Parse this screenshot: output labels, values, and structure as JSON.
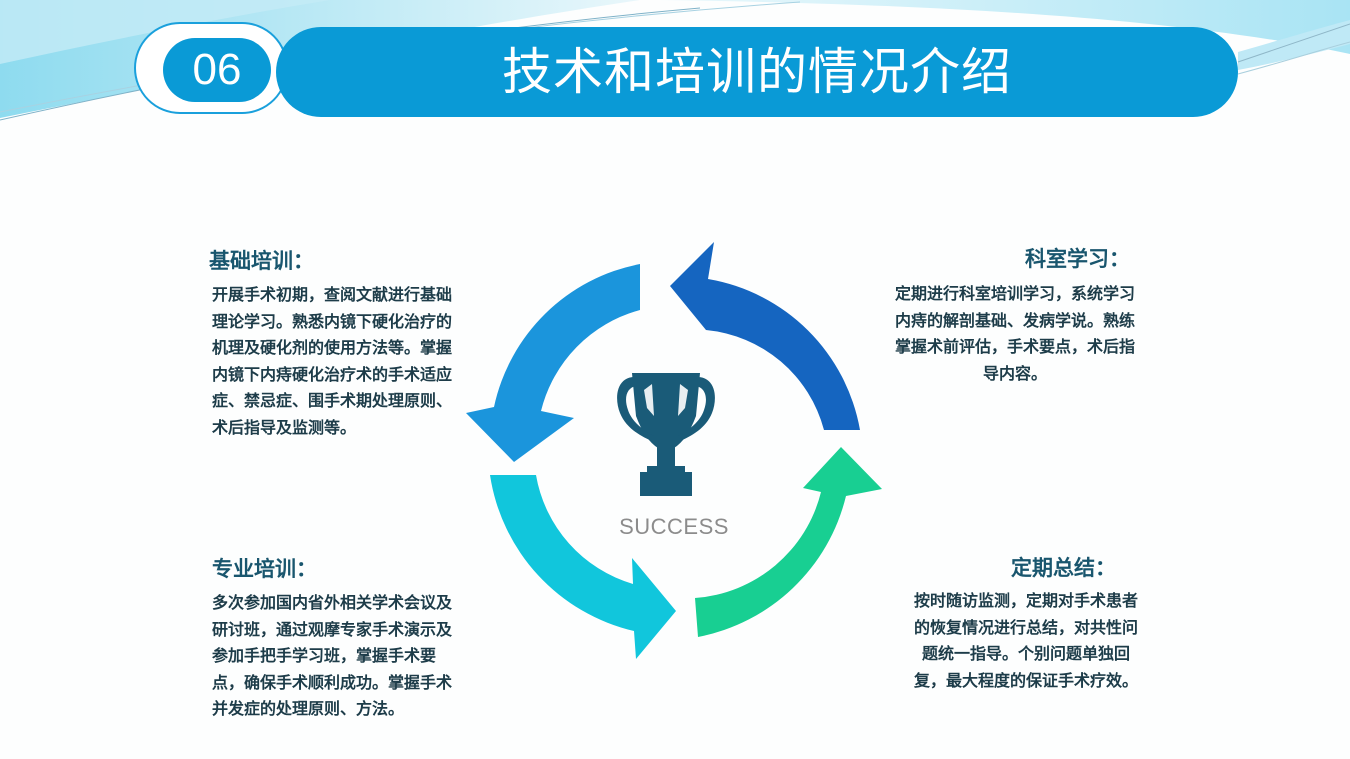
{
  "header": {
    "section_number": "06",
    "title": "技术和培训的情况介绍"
  },
  "center": {
    "icon": "trophy-icon",
    "caption": "SUCCESS"
  },
  "sections": {
    "basic_training": {
      "title": "基础培训：",
      "text": "开展手术初期，查阅文献进行基础理论学习。熟悉内镜下硬化治疗的机理及硬化剂的使用方法等。掌握内镜下内痔硬化治疗术的手术适应症、禁忌症、围手术期处理原则、术后指导及监测等。"
    },
    "professional_training": {
      "title": "专业培训：",
      "text": "多次参加国内省外相关学术会议及研讨班，通过观摩专家手术演示及参加手把手学习班，掌握手术要点，确保手术顺利成功。掌握手术并发症的处理原则、方法。"
    },
    "department_study": {
      "title": "科室学习：",
      "text": "定期进行科室培训学习，系统学习内痔的解剖基础、发病学说。熟练掌握术前评估，手术要点，术后指导内容。"
    },
    "periodic_summary": {
      "title": "定期总结：",
      "text": "按时随访监测，定期对手术患者的恢复情况进行总结，对共性问题统一指导。个别问题单独回复，最大程度的保证手术疗效。"
    }
  },
  "colors": {
    "primary_blue": "#0a9ad6",
    "arrow_top_right": "#1565c0",
    "arrow_top_left": "#1b95dc",
    "arrow_bottom_left": "#11c6dc",
    "arrow_bottom_right": "#18cf92",
    "trophy": "#1a5b78",
    "heading_text": "#19566e"
  }
}
